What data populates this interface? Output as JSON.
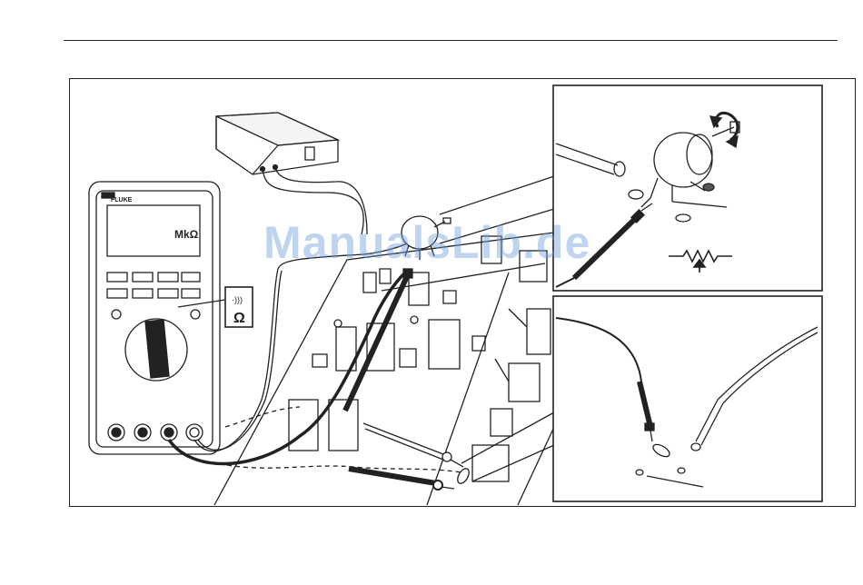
{
  "meter": {
    "brand": "FLUKE",
    "display_units": "MkΩ",
    "ohm_symbol": "Ω",
    "continuity_symbol": "·)))"
  },
  "watermark": "ManualsLib.de",
  "colors": {
    "line": "#222222",
    "watermark": "#6ea0dc"
  }
}
